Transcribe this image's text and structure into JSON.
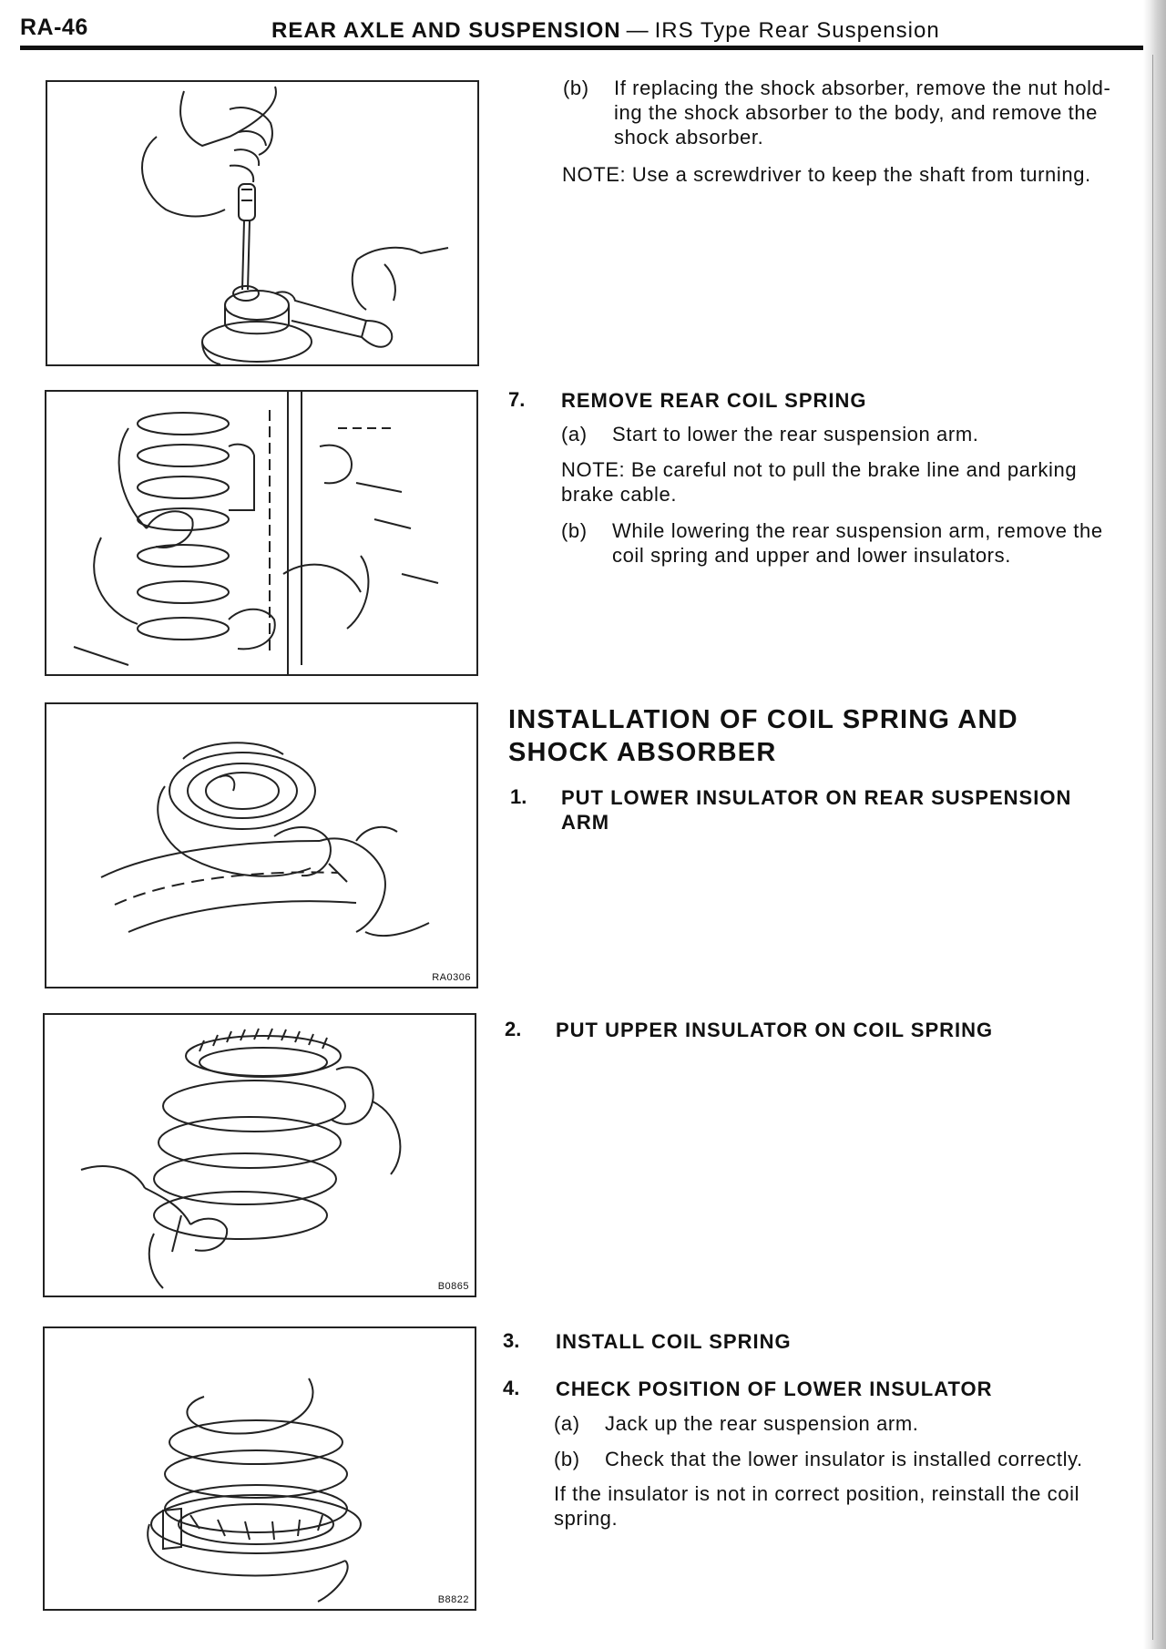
{
  "header": {
    "page_id": "RA-46",
    "title": "REAR AXLE AND SUSPENSION",
    "dash": "—",
    "subtitle": "IRS Type Rear Suspension"
  },
  "figures": {
    "fig3_code": "RA0306",
    "fig4_code": "B0865",
    "fig5_code": "B8822"
  },
  "block_b": {
    "label": "(b)",
    "line1": "If replacing the shock absorber, remove the nut hold-",
    "line2": "ing the shock absorber to the body, and remove the",
    "line3": "shock absorber.",
    "note": "NOTE:  Use a screwdriver to keep the shaft from turning."
  },
  "step7": {
    "number": "7.",
    "title": "REMOVE REAR COIL SPRING",
    "a_label": "(a)",
    "a_text": "Start to lower the rear suspension arm.",
    "note_line1": "NOTE:  Be careful not to pull the brake line and parking",
    "note_line2": "brake cable.",
    "b_label": "(b)",
    "b_line1": "While lowering the rear suspension arm, remove the",
    "b_line2": "coil spring and upper and lower insulators."
  },
  "installation": {
    "title_line1": "INSTALLATION OF COIL SPRING AND",
    "title_line2": "SHOCK ABSORBER",
    "s1_number": "1.",
    "s1_line1": "PUT LOWER INSULATOR ON REAR SUSPENSION",
    "s1_line2": "ARM",
    "s2_number": "2.",
    "s2_title": "PUT UPPER INSULATOR ON COIL SPRING",
    "s3_number": "3.",
    "s3_title": "INSTALL COIL SPRING",
    "s4_number": "4.",
    "s4_title": "CHECK POSITION OF LOWER INSULATOR",
    "s4_a_label": "(a)",
    "s4_a_text": "Jack up the rear suspension arm.",
    "s4_b_label": "(b)",
    "s4_b_text": "Check that the lower insulator is installed correctly.",
    "s4_note_line1": "If the insulator is not in correct position, reinstall the coil",
    "s4_note_line2": "spring."
  }
}
